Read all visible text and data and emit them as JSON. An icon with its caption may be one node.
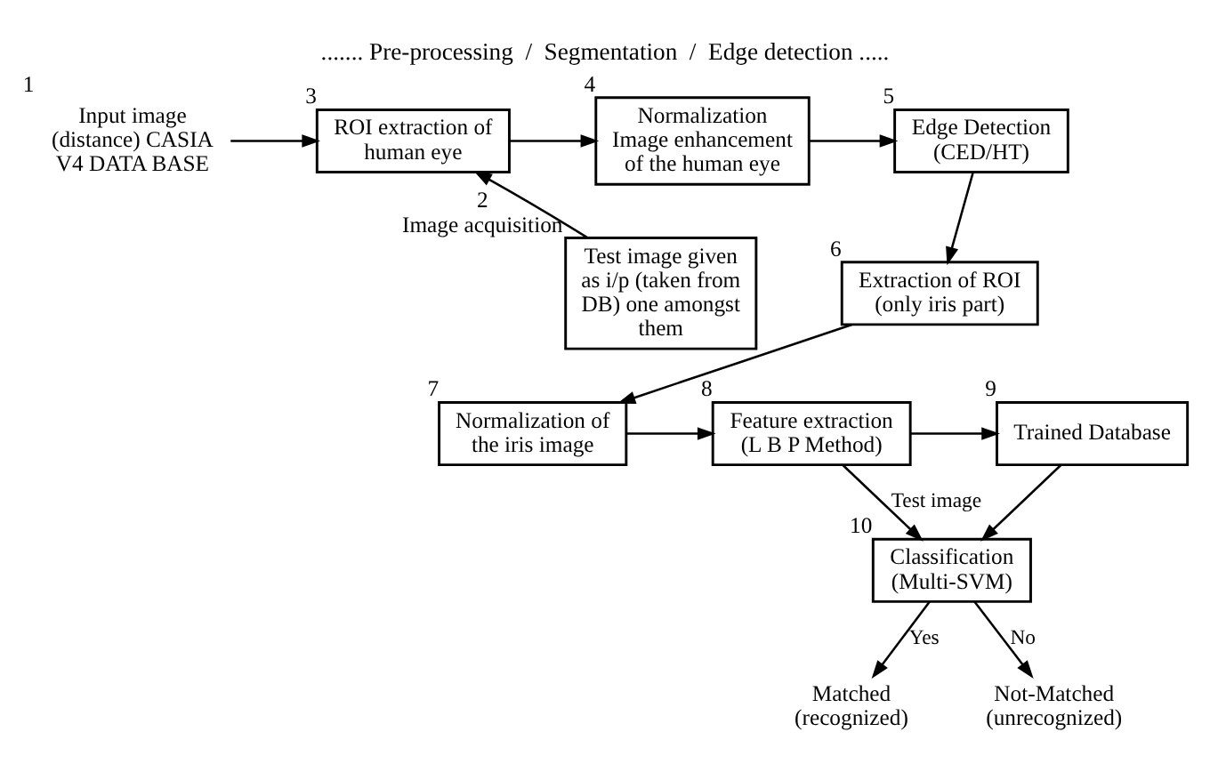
{
  "diagram": {
    "title": "....... Pre-processing  /  Segmentation  /  Edge detection .....",
    "nodes": [
      {
        "text": [
          "Input image (distance) CASIA V4 DATA BASE"
        ],
        "beside": [
          "1"
        ]
      },
      {
        "text": [
          "ROI extraction of human eye"
        ],
        "beside": [
          "3"
        ]
      },
      {
        "text": [
          "Test image given as i/p (taken from DB) one amongst them"
        ],
        "beside": [
          "2",
          "Image acquisition"
        ]
      },
      {
        "text": [
          "Normalization Image enhancement of the human eye"
        ],
        "beside": [
          "4"
        ]
      },
      {
        "text": [
          "Edge Detection (CED/HT)"
        ],
        "beside": [
          "5"
        ]
      },
      {
        "text": [
          "Extraction of ROI (only iris part)"
        ],
        "beside": [
          "6"
        ]
      },
      {
        "text": [
          "Normalization of the iris image"
        ],
        "beside": [
          "7"
        ]
      },
      {
        "text": [
          "Feature extraction (L B P Method)"
        ],
        "beside": [
          "8"
        ]
      },
      {
        "text": [
          "Trained Database"
        ],
        "beside": [
          "9"
        ]
      },
      {
        "text": [
          "Classification (Multi-SVM)"
        ],
        "beside": [
          "10"
        ]
      },
      {
        "text": [
          "Matched (recognized)"
        ]
      },
      {
        "text": [
          "Not-Matched (unrecognized)"
        ]
      }
    ],
    "edges": [
      {
        "from": 0,
        "to": 1,
        "arrow": "to"
      },
      {
        "from": 2,
        "to": 1,
        "arrow": "to"
      },
      {
        "from": 1,
        "to": 3,
        "arrow": "to"
      },
      {
        "from": 3,
        "to": 4,
        "arrow": "to"
      },
      {
        "from": 4,
        "to": 5,
        "arrow": "to"
      },
      {
        "from": 5,
        "to": 6,
        "arrow": "to"
      },
      {
        "from": 6,
        "to": 7,
        "arrow": "to"
      },
      {
        "from": 7,
        "to": 8,
        "arrow": "to"
      },
      {
        "from": 8,
        "to": 9,
        "arrow": "to"
      },
      {
        "from": 7,
        "to": 9,
        "arrow": "to",
        "label": "Test image"
      },
      {
        "from": 9,
        "to": 10,
        "arrow": "to",
        "label": "Yes"
      },
      {
        "from": 9,
        "to": 11,
        "arrow": "to",
        "label": "No"
      }
    ]
  }
}
